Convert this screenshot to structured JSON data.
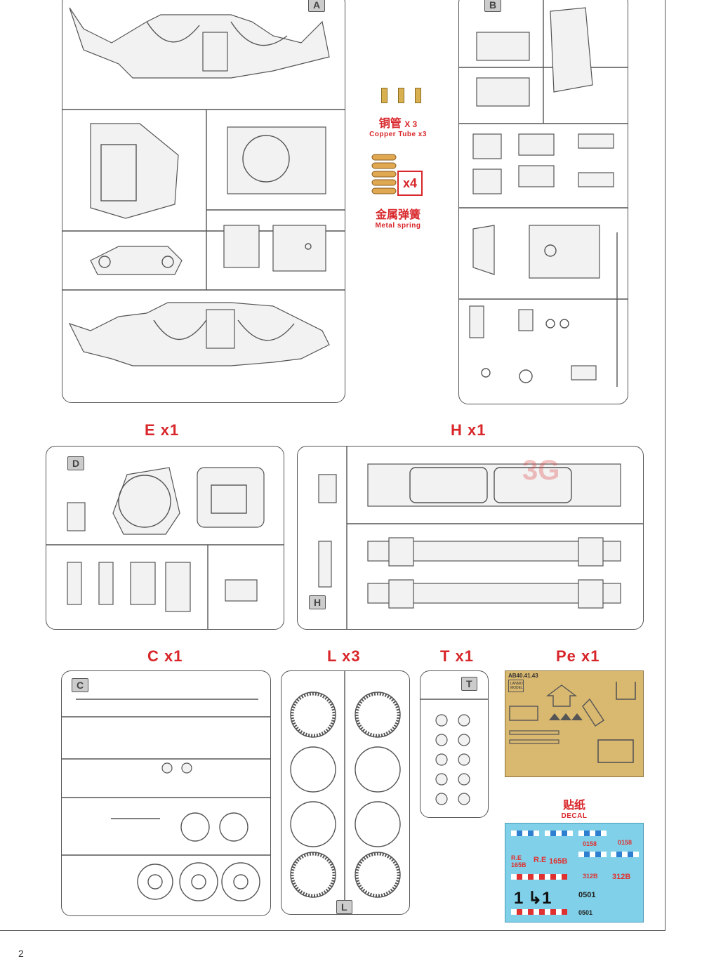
{
  "accessories": {
    "copper_cn": "铜管",
    "copper_qty": "X 3",
    "copper_en": "Copper Tube x3",
    "spring_qty": "x4",
    "spring_cn": "金属弹簧",
    "spring_en": "Metal spring"
  },
  "sprue_labels": {
    "E": "E x1",
    "H": "H x1",
    "C": "C x1",
    "L": "L x3",
    "T": "T x1",
    "Pe": "Pe x1"
  },
  "sprue_badges": {
    "A": "A",
    "B": "B",
    "D": "D",
    "H": "H",
    "C": "C",
    "T": "T",
    "L": "L"
  },
  "decal": {
    "cn": "贴纸",
    "en": "DECAL",
    "codes": [
      "0158",
      "0158",
      "165B",
      "165B",
      "312B",
      "312B",
      "0501",
      "0501"
    ],
    "re": "R.E"
  },
  "pe_sheet": {
    "code": "AB40.41.43",
    "brand": "LANMO MODEL"
  },
  "page_number": "2"
}
